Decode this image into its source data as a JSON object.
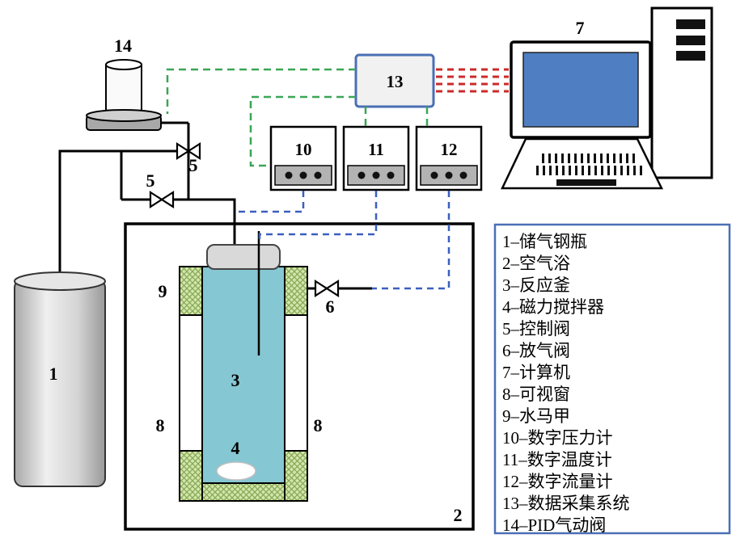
{
  "diagram": {
    "labels": {
      "gas_cylinder": "1",
      "air_bath": "2",
      "reactor": "3",
      "stirrer": "4",
      "control_valve_upper": "5",
      "control_valve_lower": "5",
      "vent_valve": "6",
      "computer": "7",
      "window_left": "8",
      "window_right": "8",
      "water_jacket": "9",
      "pressure_gauge": "10",
      "thermometer": "11",
      "flow_meter": "12",
      "daq_system": "13",
      "pid_valve": "14"
    },
    "legend": {
      "items": [
        "1–储气钢瓶",
        "2–空气浴",
        "3–反应釜",
        "4–磁力搅拌器",
        "5–控制阀",
        "6–放气阀",
        "7–计算机",
        "8–可视窗",
        "9–水马甲",
        "10–数字压力计",
        "11–数字温度计",
        "12–数字流量计",
        "13–数据采集系统",
        "14–PID气动阀"
      ]
    },
    "colors": {
      "reactor_fill": "#85c7d2",
      "jacket_fill": "#d4e6ab",
      "jacket_hatch": "#86a958",
      "screen_fill": "#4f7ec2",
      "signal_green": "#3aa655",
      "signal_red": "#cc2a2a",
      "signal_blue": "#3a5fc0",
      "panel_border": "#4a6fb5",
      "pipe_black": "#000000",
      "instrument_band": "#b3b3b3",
      "lid_gray": "#d9d9d9",
      "cylinder_gray": "#c9c9c9"
    }
  }
}
